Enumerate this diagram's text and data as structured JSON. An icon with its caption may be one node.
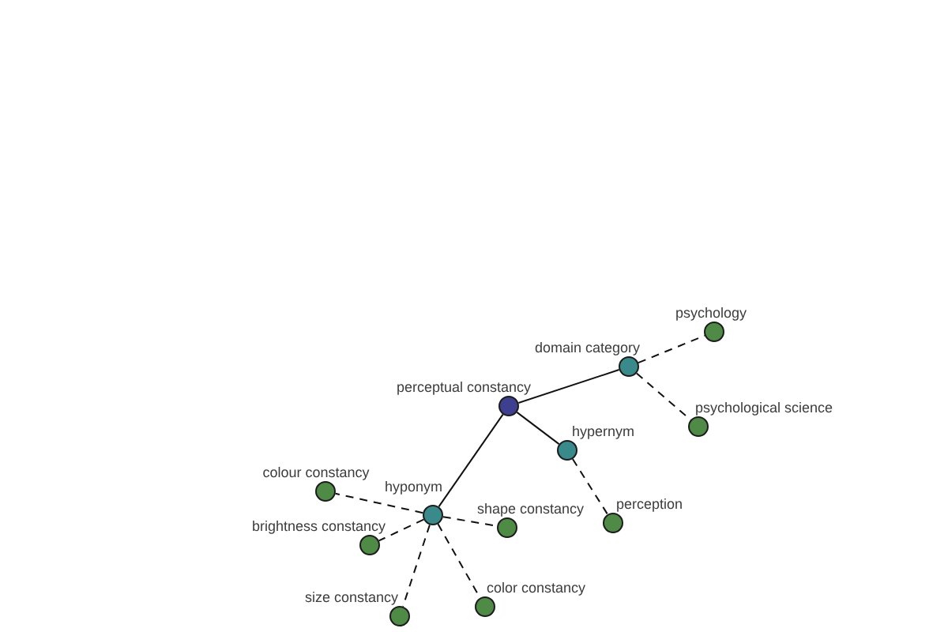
{
  "diagram": {
    "nodes": [
      {
        "text": [
          "psychology"
        ]
      },
      {
        "text": [
          "domain category"
        ]
      },
      {
        "text": [
          "perceptual constancy"
        ]
      },
      {
        "text": [
          "psychological science"
        ]
      },
      {
        "text": [
          "hypernym"
        ]
      },
      {
        "text": [
          "colour constancy"
        ]
      },
      {
        "text": [
          "hyponym"
        ]
      },
      {
        "text": [
          "shape constancy"
        ]
      },
      {
        "text": [
          "perception"
        ]
      },
      {
        "text": [
          "brightness constancy"
        ]
      },
      {
        "text": [
          "color constancy"
        ]
      },
      {
        "text": [
          "size constancy"
        ]
      }
    ],
    "edges": [
      {
        "from": 2,
        "to": 1,
        "arrow": "none"
      },
      {
        "from": 1,
        "to": 0,
        "arrow": "none",
        "style": "dashed"
      },
      {
        "from": 1,
        "to": 3,
        "arrow": "none",
        "style": "dashed"
      },
      {
        "from": 2,
        "to": 4,
        "arrow": "none"
      },
      {
        "from": 4,
        "to": 8,
        "arrow": "none",
        "style": "dashed"
      },
      {
        "from": 2,
        "to": 6,
        "arrow": "none"
      },
      {
        "from": 6,
        "to": 5,
        "arrow": "none",
        "style": "dashed"
      },
      {
        "from": 6,
        "to": 9,
        "arrow": "none",
        "style": "dashed"
      },
      {
        "from": 6,
        "to": 7,
        "arrow": "none",
        "style": "dashed"
      },
      {
        "from": 6,
        "to": 10,
        "arrow": "none",
        "style": "dashed"
      },
      {
        "from": 6,
        "to": 11,
        "arrow": "none",
        "style": "dashed"
      }
    ]
  }
}
